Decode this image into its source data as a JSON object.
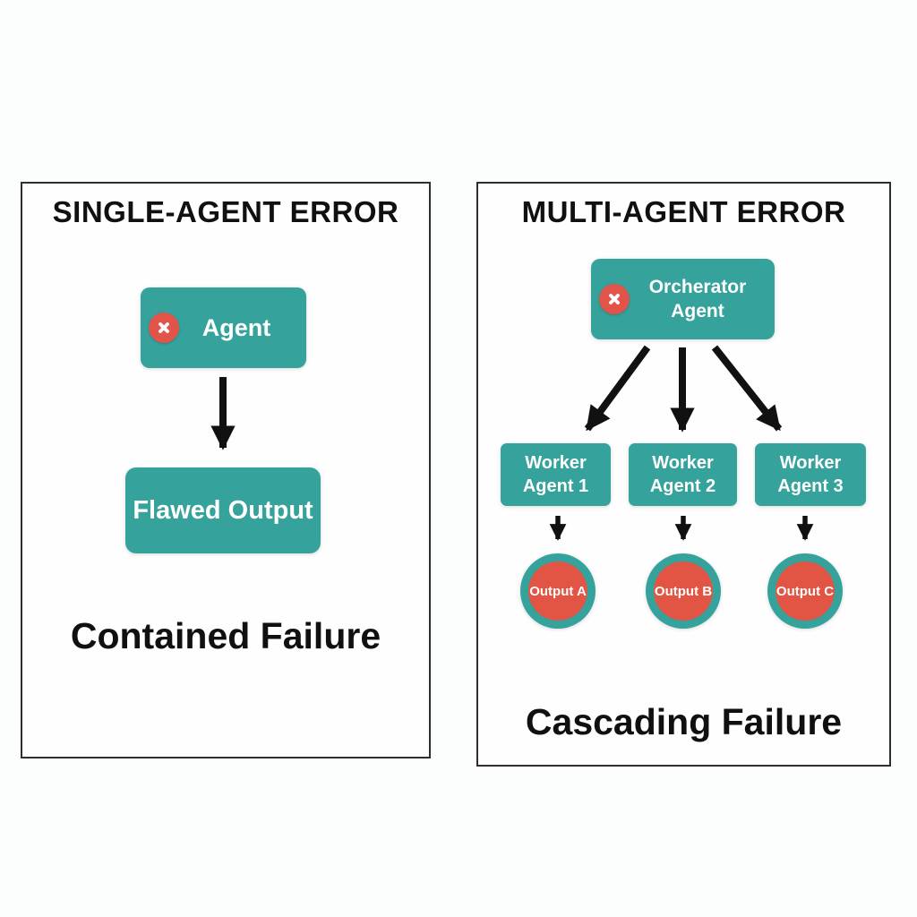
{
  "left_panel": {
    "title": "SINGLE-AGENT ERROR",
    "agent_box": {
      "label": "Agent"
    },
    "output_box": {
      "label": "Flawed Output"
    },
    "caption": "Contained Failure"
  },
  "right_panel": {
    "title": "MULTI-AGENT ERROR",
    "orchestrator_box": {
      "line1": "Orcherator",
      "line2": "Agent"
    },
    "workers": [
      {
        "line1": "Worker",
        "line2": "Agent 1"
      },
      {
        "line1": "Worker",
        "line2": "Agent 2"
      },
      {
        "line1": "Worker",
        "line2": "Agent 3"
      }
    ],
    "outputs": [
      {
        "label": "Output A"
      },
      {
        "label": "Output B"
      },
      {
        "label": "Output C"
      }
    ],
    "caption": "Cascading Failure"
  },
  "colors": {
    "teal": "#35a29c",
    "error_red": "#e2544a",
    "output_red": "#e25544",
    "arrow_black": "#111111",
    "panel_border": "#2e2e2e",
    "title_text": "#101010",
    "light_text": "#ffffff",
    "background": "#fcfdfd"
  },
  "icons": {
    "error_badge": "x-circle"
  }
}
